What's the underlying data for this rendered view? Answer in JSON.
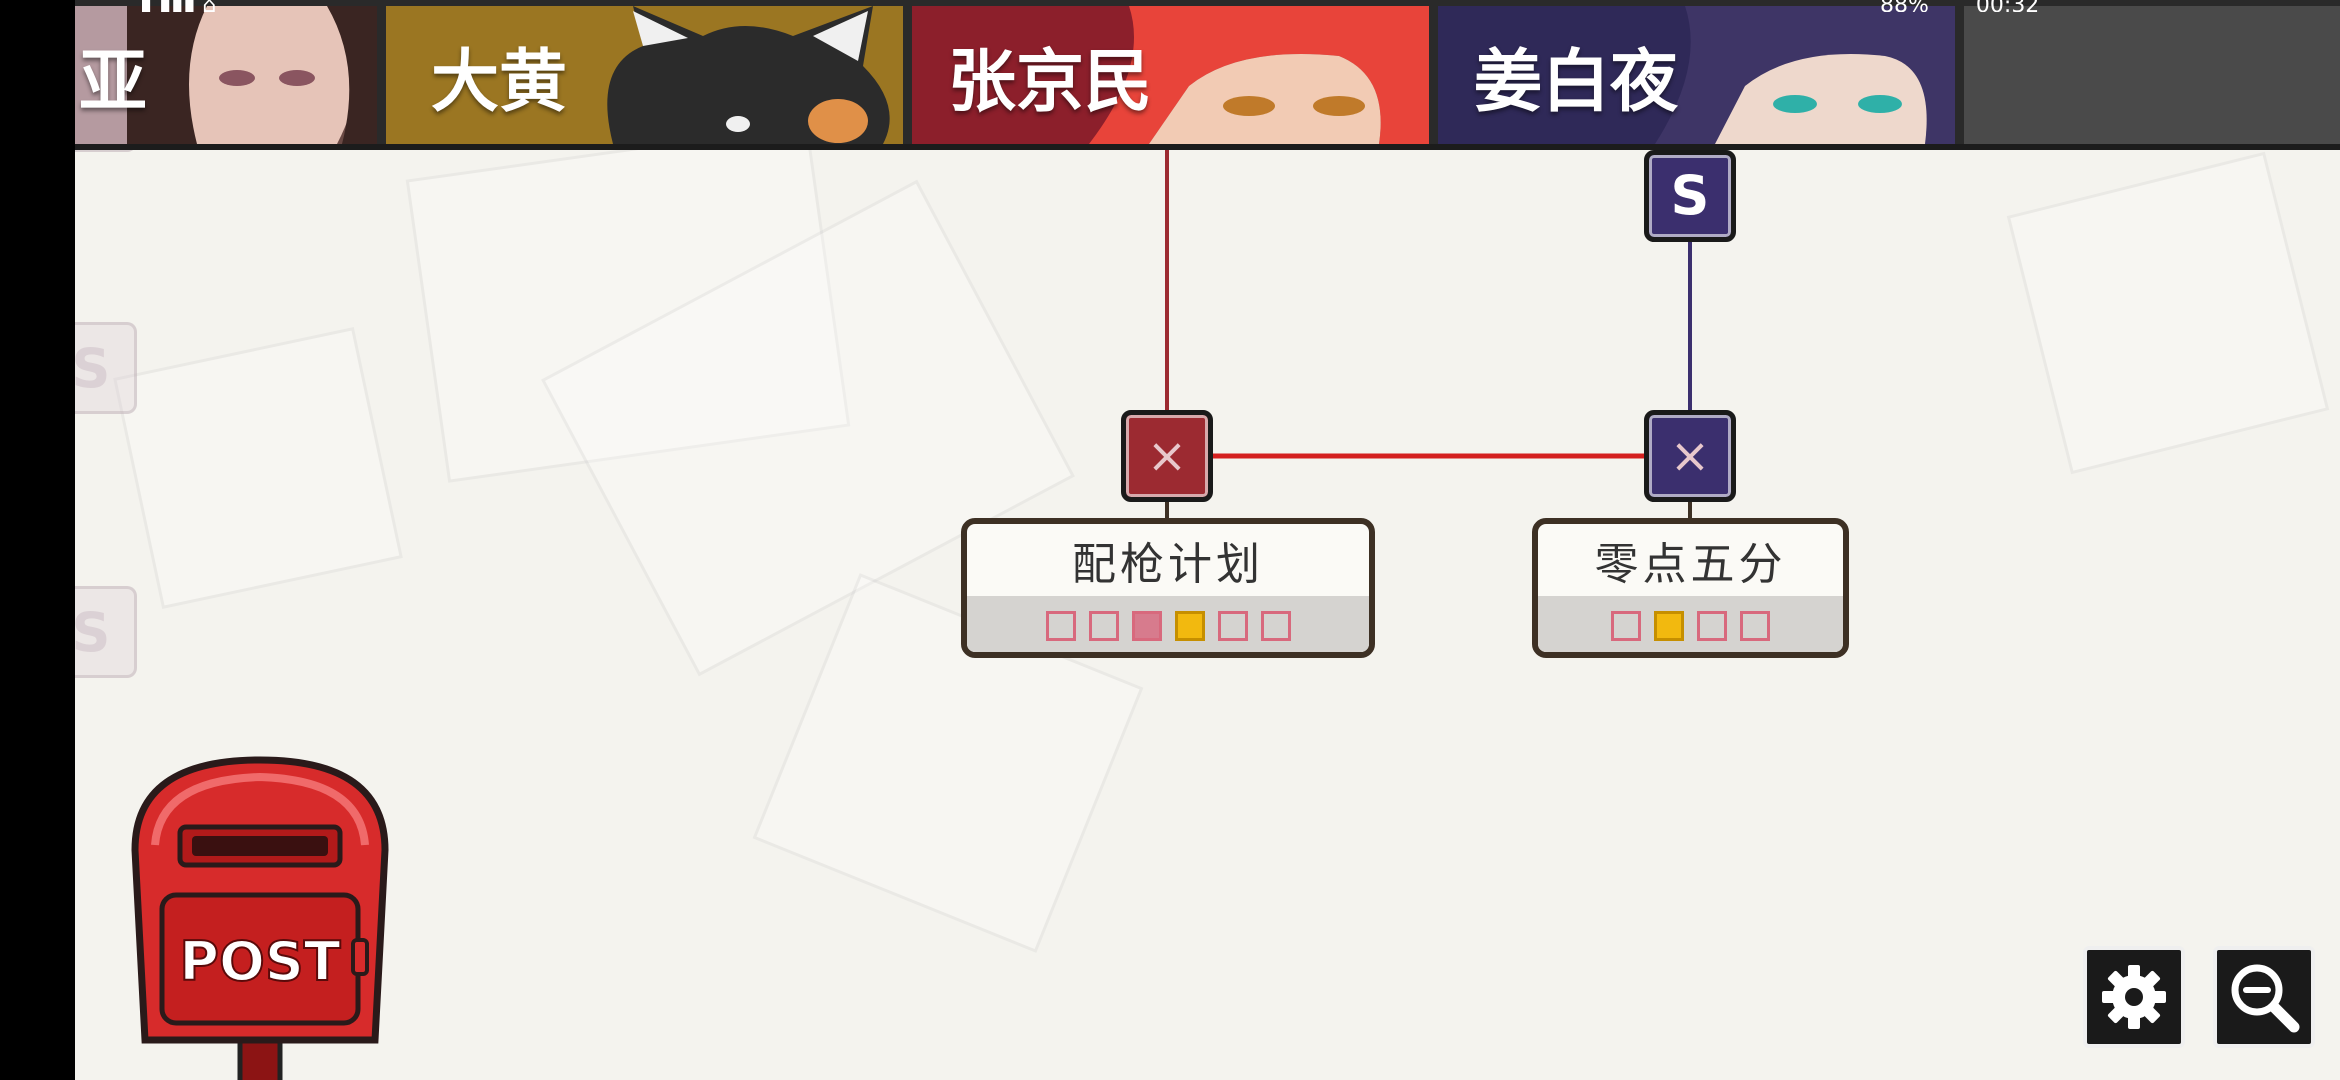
{
  "tabs": [
    {
      "name": "亚",
      "color": "#b59aa0"
    },
    {
      "name": "大黄",
      "color": "#9b7622"
    },
    {
      "name": "张京民",
      "color": "#8c1f2b"
    },
    {
      "name": "姜白夜",
      "color": "#2f2958"
    }
  ],
  "nodes": {
    "s_node_label": "S",
    "cross_glyph": "×",
    "ghost_label": "S",
    "red": "#9c2a31",
    "purple": "#3b2f6e"
  },
  "cards": [
    {
      "title": "配枪计划",
      "boxes": [
        "empty",
        "empty",
        "pink",
        "gold",
        "empty",
        "empty"
      ]
    },
    {
      "title": "零点五分",
      "boxes": [
        "empty",
        "gold",
        "empty",
        "empty"
      ]
    }
  ],
  "mailbox": {
    "label": "POST",
    "color": "#d72b2b"
  },
  "buttons": {
    "settings_icon": "gear-icon",
    "zoom_icon": "zoom-out-icon"
  },
  "status_bar": {
    "battery": "88%",
    "time": "00:32"
  }
}
